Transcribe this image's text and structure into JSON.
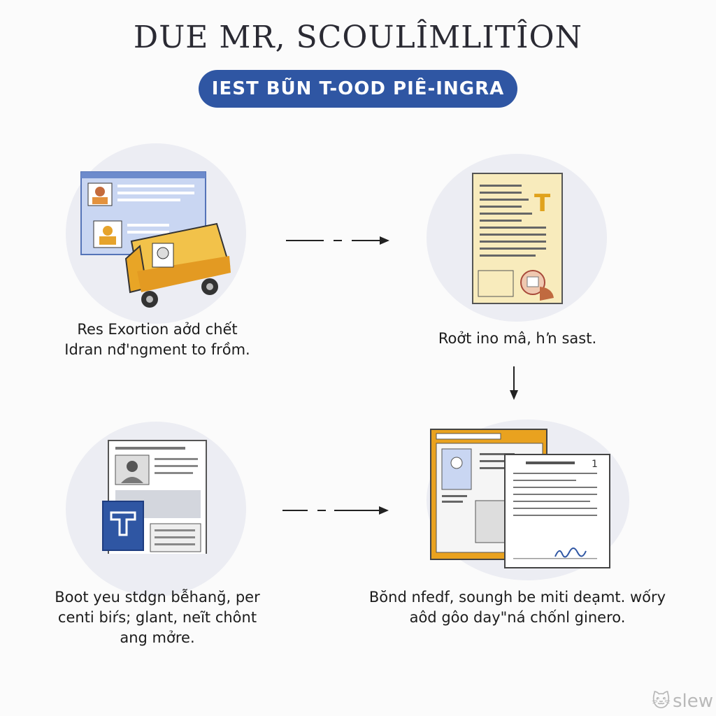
{
  "header": {
    "title": "DUE MR, SCOULÎMLITÎON",
    "subtitle": "IEST BŨN T-OOD PIÊ-INGRA"
  },
  "steps": [
    {
      "icon": "profile-and-van-icon",
      "lines": [
        "Res Exortion aởd chết",
        "Idran nđ'ngment to frồm."
      ]
    },
    {
      "icon": "document-with-seal-icon",
      "lines": [
        "Roởt ino mâ, hŉ sast."
      ]
    },
    {
      "icon": "form-with-stamp-icon",
      "lines": [
        "Boot yeu stdgn bễhanğ, per",
        "centi biŕs; glant, neĩt chônt",
        "ang mởre."
      ]
    },
    {
      "icon": "signed-contract-icon",
      "lines": [
        "Bŏnd nfedf, soungh be miti deạmt. wốry",
        "aôd gôo day\"ná chốnl ginero."
      ]
    }
  ],
  "watermark": "slew",
  "colors": {
    "accent": "#2f56a3",
    "orange": "#e2a229",
    "circle": "#ecedf3"
  }
}
